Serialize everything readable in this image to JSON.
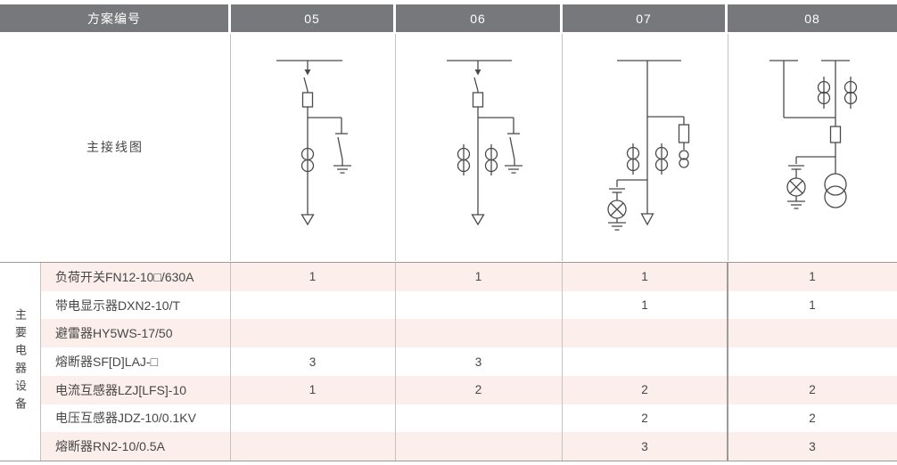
{
  "colors": {
    "header_bg": "#77787b",
    "header_text": "#ffffff",
    "row_pink": "#fceeeb",
    "row_white": "#ffffff",
    "grid_line": "#c3c3c3",
    "strong_line": "#9b9b9b",
    "diagram_stroke": "#4a4a4a",
    "text": "#474747"
  },
  "header": {
    "label": "方案编号",
    "schemes": [
      "05",
      "06",
      "07",
      "08"
    ]
  },
  "diagram_section": {
    "row_label": "主接线图",
    "diagrams": [
      {
        "scheme": "05",
        "symbols": "busbar, load switch, fuse, 1 current transformer, earthing switch, outgoing feeder arrow"
      },
      {
        "scheme": "06",
        "symbols": "busbar, load switch, fuse, 2 current transformers, earthing switch, outgoing feeder arrow"
      },
      {
        "scheme": "07",
        "symbols": "busbar, 2 current transformers, fuse with voltage transformer branch, capacitor + lamp charged-display branch, outgoing feeder arrow"
      },
      {
        "scheme": "08",
        "symbols": "two incoming stubs, 2 current transformers, fuse, capacitor + lamp charged-display branch, voltage transformer"
      }
    ]
  },
  "equipment_section": {
    "side_label": "主要电器设备",
    "rows": [
      {
        "name": "负荷开关FN12-10□/630A",
        "values": [
          "1",
          "1",
          "1",
          "1"
        ]
      },
      {
        "name": "带电显示器DXN2-10/T",
        "values": [
          "",
          "",
          "1",
          "1"
        ]
      },
      {
        "name": "避雷器HY5WS-17/50",
        "values": [
          "",
          "",
          "",
          ""
        ]
      },
      {
        "name": "熔断器SF[D]LAJ-□",
        "values": [
          "3",
          "3",
          "",
          ""
        ]
      },
      {
        "name": "电流互感器LZJ[LFS]-10",
        "values": [
          "1",
          "2",
          "2",
          "2"
        ]
      },
      {
        "name": "电压互感器JDZ-10/0.1KV",
        "values": [
          "",
          "",
          "2",
          "2"
        ]
      },
      {
        "name": "熔断器RN2-10/0.5A",
        "values": [
          "",
          "",
          "3",
          "3"
        ]
      }
    ]
  }
}
